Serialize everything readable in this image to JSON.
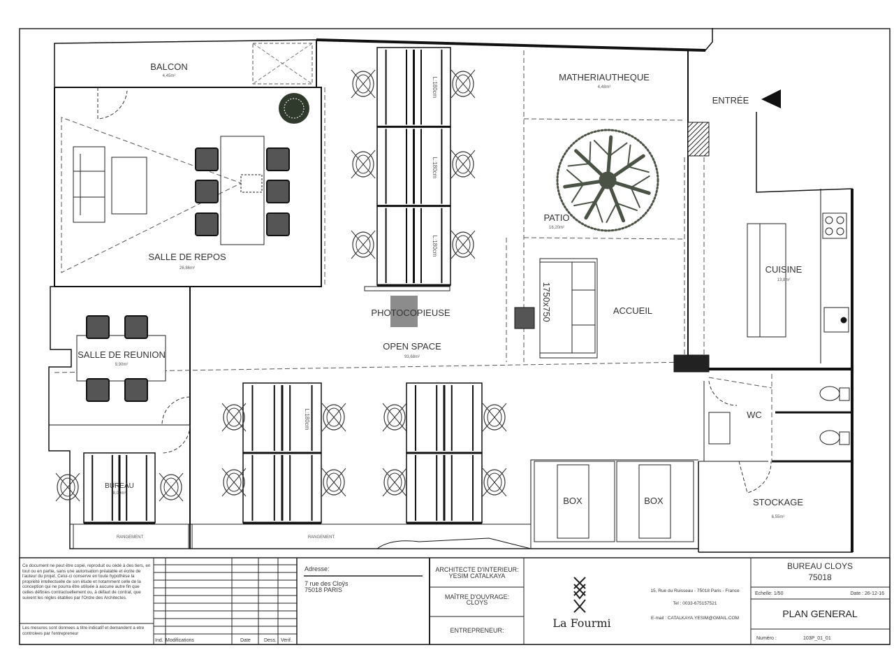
{
  "plan": {
    "rooms": {
      "balcon": {
        "name": "BALCON",
        "area": "4,45m²"
      },
      "salle_repos": {
        "name": "SALLE DE REPOS",
        "area": "26,86m²"
      },
      "salle_reunion": {
        "name": "SALLE DE REUNION",
        "area": "9,90m²"
      },
      "bureau": {
        "name": "BUREAU",
        "area": "8,00m²"
      },
      "open_space": {
        "name": "OPEN SPACE",
        "area": "93,68m²"
      },
      "photocopieuse": {
        "name": "PHOTOCOPIEUSE"
      },
      "matheriautheque": {
        "name": "MATHERIAUTHEQUE",
        "area": "4,48m²"
      },
      "patio": {
        "name": "PATIO",
        "area": "16,20m²"
      },
      "accueil": {
        "name": "ACCUEIL"
      },
      "entree": {
        "name": "ENTRÉE"
      },
      "cuisine": {
        "name": "CUISINE",
        "area": "13,8m²"
      },
      "wc": {
        "name": "WC"
      },
      "stockage": {
        "name": "STOCKAGE",
        "area": "6,55m²"
      },
      "box1": {
        "name": "BOX"
      },
      "box2": {
        "name": "BOX"
      },
      "rangement1": {
        "name": "RANGEMENT"
      },
      "rangement2": {
        "name": "RANGEMENT"
      }
    },
    "desk_label": "L:180cm",
    "reception_desk_label": "1750x750"
  },
  "title_block": {
    "notice": "Ce document ne peut être copié, reproduit ou cédé à des tiers, en tout ou en partie, sans une autorisation préalable et écrite de l'auteur du projet. Celui-ci conserve en toute hypothèse la propriété intellectuelle de son étude et notamment celle de la conception qui ne pourra être utilisée à aucune autre fin que celles définies contractuellement ou, à défaut de contrat, que suivent les règles établies par l'Ordre des Architectes.",
    "measures_note": "Les mesures sont donnees a titre indicatif et demandent a etre controlees par l'entrepreneur",
    "mod_headers": {
      "ind": "Ind.",
      "modifications": "Modifications",
      "date": "Date",
      "dess": "Dess.",
      "verif": "Verif."
    },
    "address_label": "Adresse:",
    "address_line1": "7 rue des Cloÿs",
    "address_line2": "75018 PARIS",
    "architect_label": "ARCHITECTE D'INTERIEUR:",
    "architect_name": "YESIM CATALKAYA",
    "owner_label": "MAÎTRE D'OUVRAGE:",
    "owner_name": "CLOYS",
    "contractor_label": "ENTREPRENEUR:",
    "logo_text": "La Fourmi",
    "company_address": "15, Rue du Ruisseau - 75018 Paris - France",
    "company_tel": "Tel : 0033-675157521",
    "company_email": "E-mail : CATALKAYA.YESIM@GMAIL.COM",
    "project_title": "BUREAU CLOYS",
    "project_code": "75018",
    "scale": "Echelle: 1/50",
    "date": "Date : 26-12-16",
    "drawing_title": "PLAN GENERAL",
    "number_label": "Numéro :",
    "number": "103P_01_01"
  },
  "colors": {
    "wall": "#111111",
    "tree": "#4a5246",
    "chair": "#444444",
    "copier": "#8c8c8c"
  }
}
